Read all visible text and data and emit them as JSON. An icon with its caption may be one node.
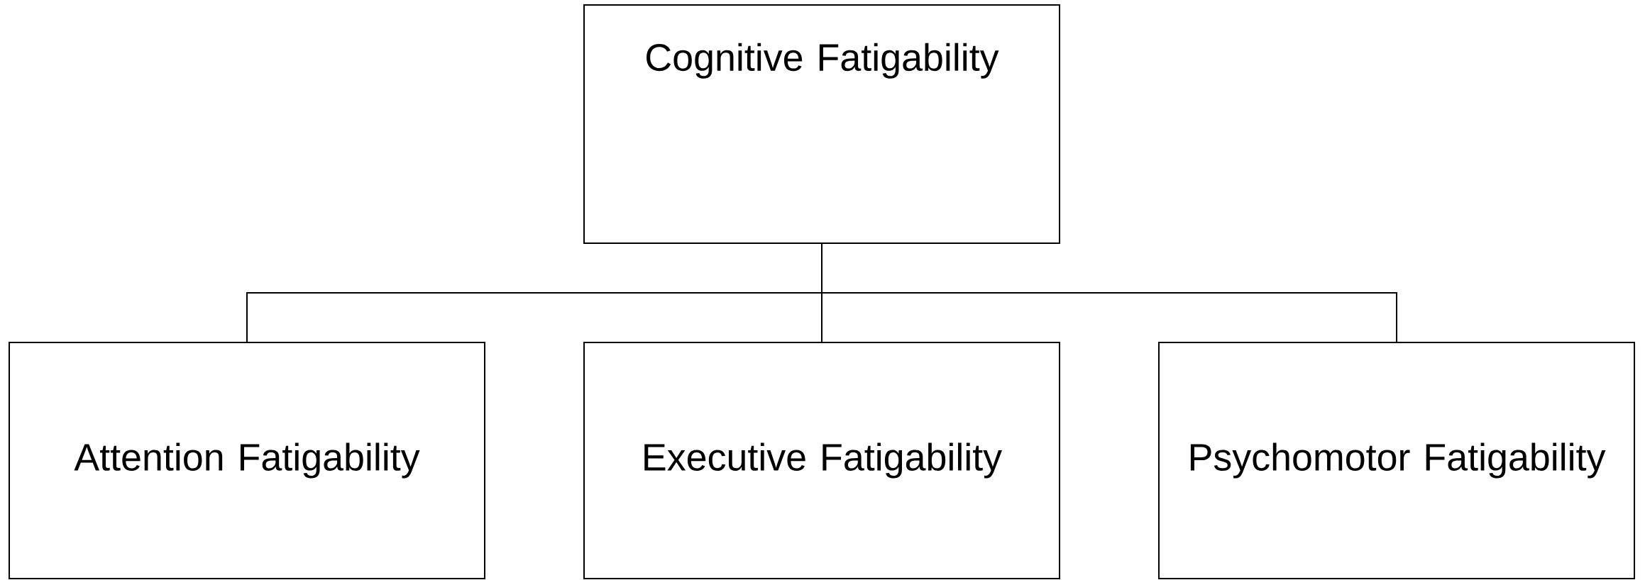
{
  "diagram": {
    "nodes": [
      {
        "text": [
          "Cognitive Fatigability"
        ]
      },
      {
        "text": [
          "Attention Fatigability"
        ]
      },
      {
        "text": [
          "Executive Fatigability"
        ]
      },
      {
        "text": [
          "Psychomotor Fatigability"
        ]
      }
    ],
    "edges": [
      {
        "from": 0,
        "to": 1,
        "arrow": "none"
      },
      {
        "from": 0,
        "to": 2,
        "arrow": "none"
      },
      {
        "from": 0,
        "to": 3,
        "arrow": "none"
      }
    ]
  }
}
